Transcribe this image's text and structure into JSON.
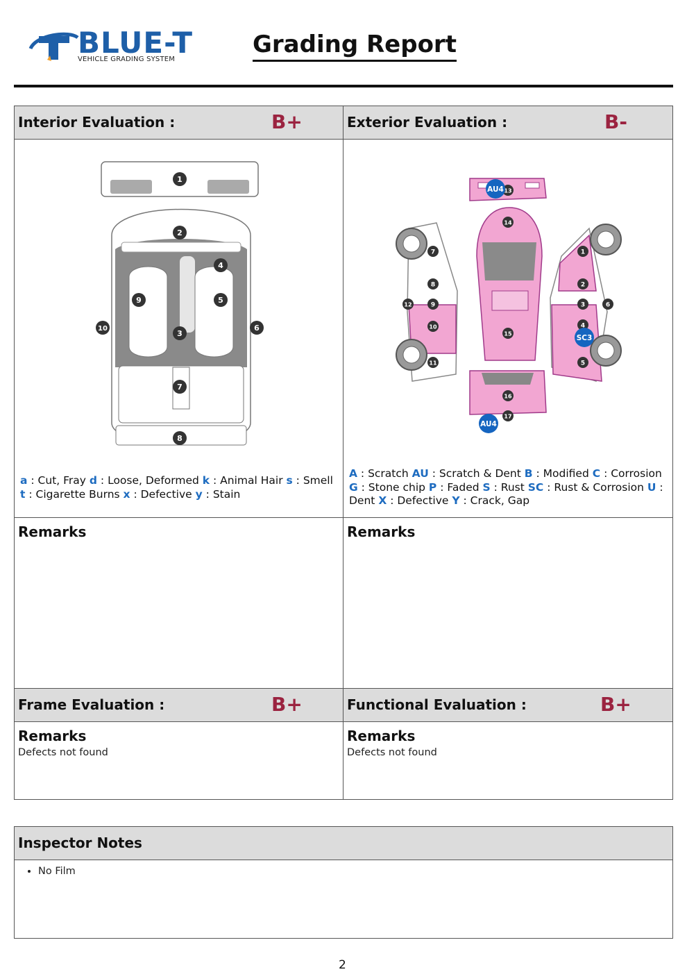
{
  "header": {
    "logo_name": "BLUE-T",
    "logo_subtitle": "VEHICLE GRADING SYSTEM",
    "title": "Grading Report"
  },
  "interior": {
    "label": "Interior Evaluation :",
    "grade": "B+",
    "diagram_numbers": [
      "1",
      "2",
      "3",
      "4",
      "5",
      "6",
      "7",
      "8",
      "9",
      "10"
    ],
    "legend": [
      {
        "code": "a",
        "desc": " : Cut, Fray "
      },
      {
        "code": "d",
        "desc": " : Loose, Deformed "
      },
      {
        "code": "k",
        "desc": " : Animal Hair "
      },
      {
        "code": "s",
        "desc": " : Smell "
      },
      {
        "code": "t",
        "desc": " : Cigarette Burns "
      },
      {
        "code": "x",
        "desc": " : Defective "
      },
      {
        "code": "y",
        "desc": " : Stain"
      }
    ],
    "remarks_label": "Remarks"
  },
  "exterior": {
    "label": "Exterior Evaluation :",
    "grade": "B-",
    "diagram_numbers": [
      "1",
      "2",
      "3",
      "4",
      "5",
      "6",
      "7",
      "8",
      "9",
      "10",
      "11",
      "12",
      "13",
      "14",
      "15",
      "16",
      "17"
    ],
    "markers": [
      "AU4",
      "SC3",
      "AU4"
    ],
    "legend": [
      {
        "code": "A",
        "desc": " : Scratch "
      },
      {
        "code": "AU",
        "desc": " : Scratch & Dent "
      },
      {
        "code": "B",
        "desc": " : Modified "
      },
      {
        "code": "C",
        "desc": " : Corrosion "
      },
      {
        "code": "G",
        "desc": " : Stone chip "
      },
      {
        "code": "P",
        "desc": " : Faded "
      },
      {
        "code": "S",
        "desc": " : Rust "
      },
      {
        "code": "SC",
        "desc": " : Rust & Corrosion "
      },
      {
        "code": "U",
        "desc": " : Dent "
      },
      {
        "code": "X",
        "desc": " : Defective "
      },
      {
        "code": "Y",
        "desc": " : Crack, Gap"
      }
    ],
    "remarks_label": "Remarks"
  },
  "frame": {
    "label": "Frame Evaluation :",
    "grade": "B+",
    "remarks_label": "Remarks",
    "remarks_text": "Defects not found"
  },
  "functional": {
    "label": "Functional Evaluation :",
    "grade": "B+",
    "remarks_label": "Remarks",
    "remarks_text": "Defects not found"
  },
  "inspector": {
    "label": "Inspector Notes",
    "notes": [
      "No Film"
    ]
  },
  "page_number": "2",
  "colors": {
    "brand_blue": "#1e5fa8",
    "grade_red": "#9b2340",
    "damage_pink": "#f2a6d2",
    "marker_blue": "#1565c0",
    "header_gray": "#dcdcdc"
  }
}
